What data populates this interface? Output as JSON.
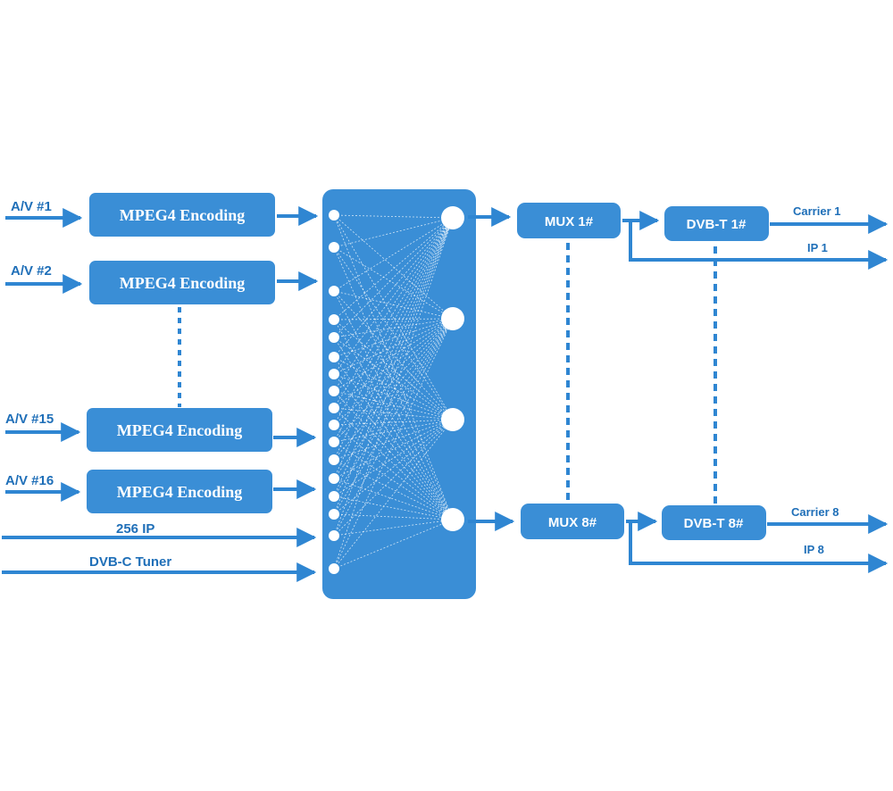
{
  "colors": {
    "primary": "#3a8ed6",
    "line": "#2f86d2",
    "label": "#1f6fb8",
    "text_on_box": "#ffffff",
    "background": "#ffffff"
  },
  "inputs": {
    "av1": "A/V #1",
    "av2": "A/V #2",
    "av15": "A/V #15",
    "av16": "A/V #16",
    "ip": "256 IP",
    "tuner": "DVB-C Tuner"
  },
  "encoder_label": "MPEG4 Encoding",
  "mux": {
    "first": "MUX 1#",
    "last": "MUX 8#"
  },
  "modulator": {
    "first": "DVB-T 1#",
    "last": "DVB-T 8#"
  },
  "outputs": {
    "carrier1": "Carrier 1",
    "ip1": "IP 1",
    "carrier8": "Carrier 8",
    "ip8": "IP 8"
  }
}
